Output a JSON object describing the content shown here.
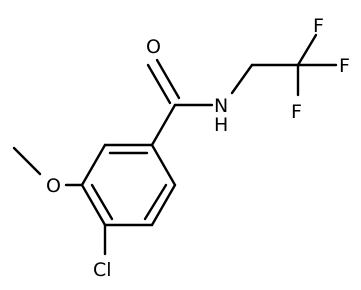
{
  "molecule": {
    "atoms": {
      "oxygen_carbonyl": "O",
      "nitrogen_amide": "N",
      "hydrogen_amide": "H",
      "fluorine_1": "F",
      "fluorine_2": "F",
      "fluorine_3": "F",
      "oxygen_methoxy": "O",
      "chlorine": "Cl"
    }
  }
}
